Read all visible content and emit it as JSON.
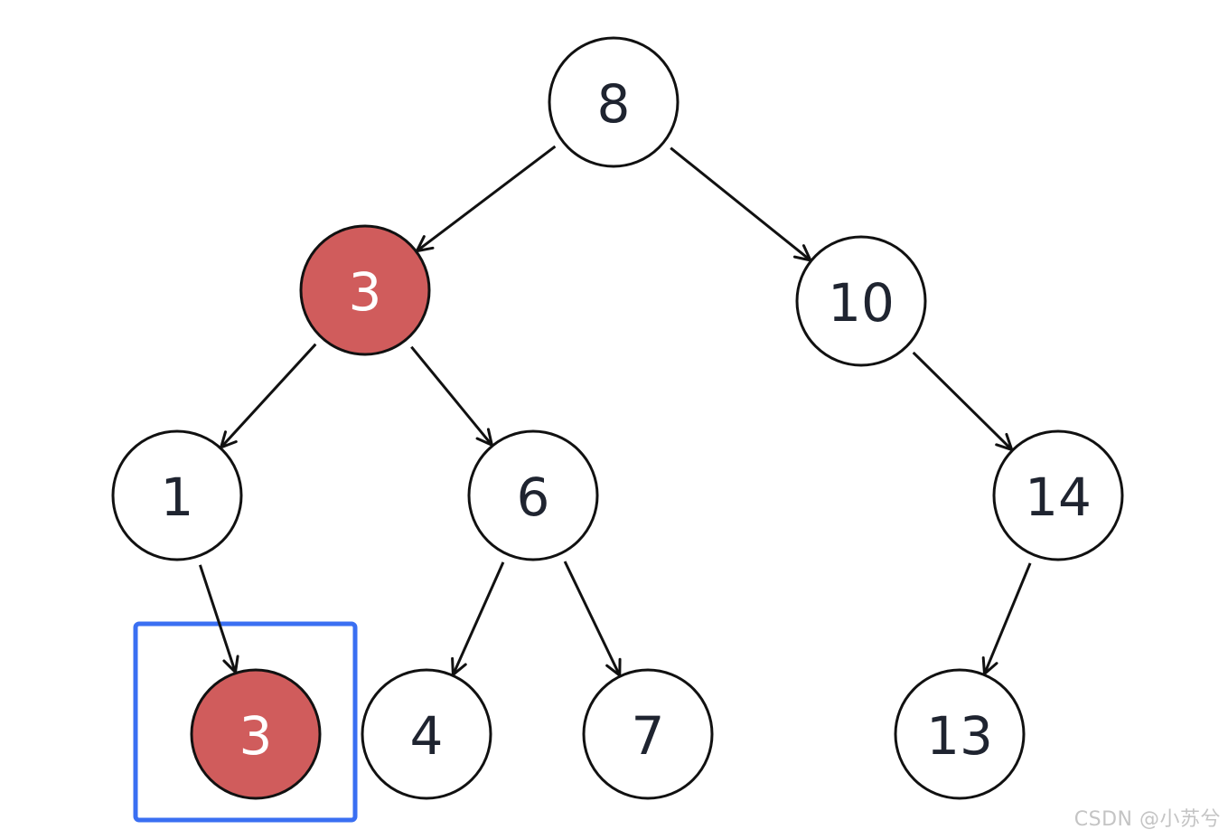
{
  "colors": {
    "default_fill": "#ffffff",
    "default_text": "#1f2430",
    "highlight_fill": "#d05c5c",
    "highlight_text": "#ffffff",
    "selection_box": "#3a6ff2"
  },
  "tree": {
    "nodes": [
      {
        "id": "n8",
        "label": "8",
        "highlighted": false
      },
      {
        "id": "n3a",
        "label": "3",
        "highlighted": true
      },
      {
        "id": "n10",
        "label": "10",
        "highlighted": false
      },
      {
        "id": "n1",
        "label": "1",
        "highlighted": false
      },
      {
        "id": "n6",
        "label": "6",
        "highlighted": false
      },
      {
        "id": "n14",
        "label": "14",
        "highlighted": false
      },
      {
        "id": "n3b",
        "label": "3",
        "highlighted": true,
        "selected": true
      },
      {
        "id": "n4",
        "label": "4",
        "highlighted": false
      },
      {
        "id": "n7",
        "label": "7",
        "highlighted": false
      },
      {
        "id": "n13",
        "label": "13",
        "highlighted": false
      }
    ],
    "edges": [
      {
        "from": "n8",
        "to": "n3a"
      },
      {
        "from": "n8",
        "to": "n10"
      },
      {
        "from": "n3a",
        "to": "n1"
      },
      {
        "from": "n3a",
        "to": "n6"
      },
      {
        "from": "n10",
        "to": "n14"
      },
      {
        "from": "n1",
        "to": "n3b"
      },
      {
        "from": "n6",
        "to": "n4"
      },
      {
        "from": "n6",
        "to": "n7"
      },
      {
        "from": "n14",
        "to": "n13"
      }
    ]
  },
  "watermark": "CSDN @小苏兮"
}
